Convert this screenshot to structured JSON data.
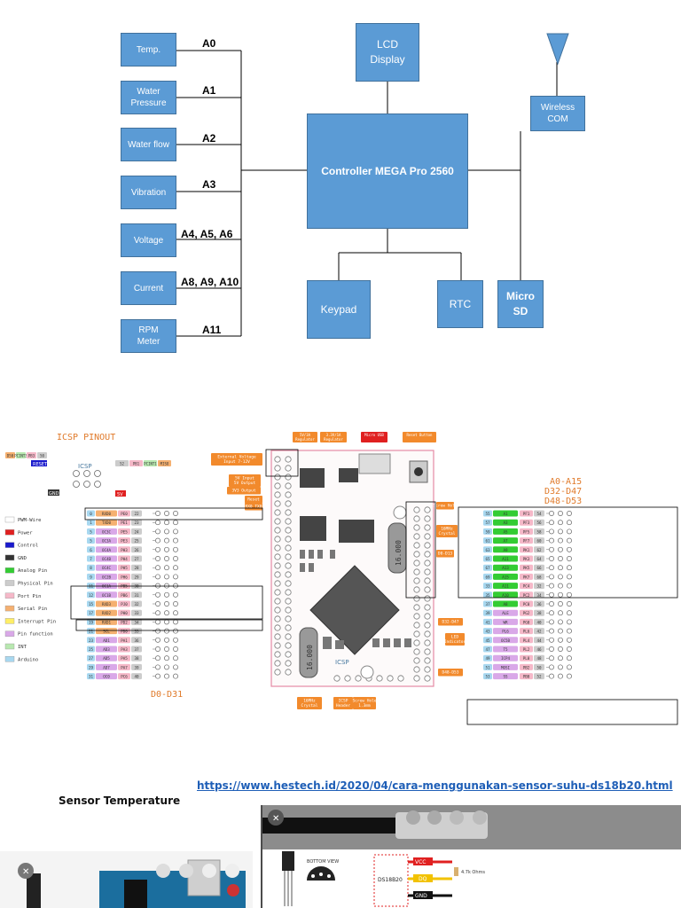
{
  "block_diagram": {
    "sensors": [
      {
        "name": "Temp.",
        "pin": "A0"
      },
      {
        "name": "Water\nPressure",
        "pin": "A1"
      },
      {
        "name": "Water flow",
        "pin": "A2"
      },
      {
        "name": "Vibration",
        "pin": "A3"
      },
      {
        "name": "Voltage",
        "pin": "A4, A5, A6"
      },
      {
        "name": "Current",
        "pin": "A8, A9, A10"
      },
      {
        "name": "RPM\nMeter",
        "pin": "A11"
      }
    ],
    "controller": "Controller MEGA Pro 2560",
    "lcd": "LCD\nDisplay",
    "wireless": "Wireless\nCOM",
    "keypad": "Keypad",
    "rtc": "RTC",
    "microsd": "Micro\nSD"
  },
  "pinout": {
    "icsp_title": "ICSP PINOUT",
    "icsp_label": "ICSP",
    "icsp_left_top": [
      "D50",
      "PCINT3",
      "PB3",
      "50"
    ],
    "icsp_right_top": [
      "52",
      "PB1",
      "PCINT1",
      "MISO"
    ],
    "reset": "RESET",
    "gnd": "GND",
    "five_v": "5V",
    "a_title": [
      "A0-A15",
      "D32-D47",
      "D48-D53"
    ],
    "d_title": "D0-D31",
    "legend": [
      {
        "label": "PWM-Wire",
        "color": "#ffffff"
      },
      {
        "label": "Power",
        "color": "#e02020"
      },
      {
        "label": "Control",
        "color": "#1a1acc"
      },
      {
        "label": "GND",
        "color": "#333333"
      },
      {
        "label": "Analog Pin",
        "color": "#33cc33"
      },
      {
        "label": "Physical Pin",
        "color": "#cccccc"
      },
      {
        "label": "Port Pin",
        "color": "#f5b8c8"
      },
      {
        "label": "Serial Pin",
        "color": "#f5b070"
      },
      {
        "label": "Interrupt Pin",
        "color": "#ffee66"
      },
      {
        "label": "Pin function",
        "color": "#d9a8e8"
      },
      {
        "label": "INT",
        "color": "#b8e8b0"
      },
      {
        "label": "Arduino",
        "color": "#a8d8f0"
      }
    ],
    "callouts_top": [
      "5V/3A\nRegulator",
      "3.3V/1A\nRegulator",
      "Micro USB",
      "Reset Button"
    ],
    "callouts_left": [
      "External Voltage\nInput 7-12V",
      "5V Input\n5V Output",
      "3V3 Output",
      "Reset",
      "RX0 TX0"
    ],
    "callouts_right": [
      "Screw Hole",
      "16MHz\nCrystal",
      "D0-D13",
      "D32-D47",
      "LED\nIndicator",
      "D48-D53"
    ],
    "callouts_bottom": [
      "16MHz\nCrystal",
      "ICSP\nHeader",
      "Screw Hole\n1.3mm"
    ],
    "board_icsp": "ICSP",
    "crystal1": "16.000",
    "crystal2": "16.000",
    "left_rows": [
      [
        "0",
        "RXD0",
        "PE0",
        "22"
      ],
      [
        "1",
        "TXD0",
        "PE1",
        "23"
      ],
      [
        "5",
        "OC3C",
        "PE5",
        "24"
      ],
      [
        "5",
        "OC3A",
        "PE3",
        "25"
      ],
      [
        "6",
        "OC4A",
        "PH3",
        "26"
      ],
      [
        "7",
        "OC4B",
        "PH4",
        "27"
      ],
      [
        "8",
        "OC4C",
        "PH5",
        "28"
      ],
      [
        "9",
        "OC2B",
        "PH6",
        "29"
      ],
      [
        "11",
        "OC1A",
        "PB5",
        "30"
      ],
      [
        "12",
        "OC1B",
        "PB6",
        "31"
      ],
      [
        "15",
        "RXD3",
        "PJ0",
        "32"
      ],
      [
        "17",
        "RXD2",
        "PH0",
        "33"
      ],
      [
        "19",
        "RXD1",
        "PD2",
        "34"
      ],
      [
        "21",
        "SCL",
        "PD0",
        "35"
      ],
      [
        "23",
        "AD1",
        "PA1",
        "36"
      ],
      [
        "25",
        "AD3",
        "PA3",
        "37"
      ],
      [
        "27",
        "AD5",
        "PA5",
        "38"
      ],
      [
        "29",
        "AD7",
        "PA7",
        "39"
      ],
      [
        "31",
        "OC0",
        "PC6",
        "40"
      ]
    ],
    "right_rows": [
      [
        "55",
        "A1",
        "PF1",
        "54"
      ],
      [
        "57",
        "A3",
        "PF3",
        "56"
      ],
      [
        "59",
        "A5",
        "PF5",
        "58"
      ],
      [
        "61",
        "A7",
        "PF7",
        "60"
      ],
      [
        "63",
        "A9",
        "PK1",
        "62"
      ],
      [
        "65",
        "A11",
        "PK3",
        "64"
      ],
      [
        "67",
        "A13",
        "PK5",
        "66"
      ],
      [
        "69",
        "A15",
        "PK7",
        "68"
      ],
      [
        "33",
        "A11",
        "PC4",
        "32"
      ],
      [
        "35",
        "A10",
        "PC2",
        "34"
      ],
      [
        "37",
        "A8",
        "PC0",
        "36"
      ],
      [
        "39",
        "ALE",
        "PG2",
        "38"
      ],
      [
        "41",
        "WR",
        "PG0",
        "40"
      ],
      [
        "43",
        "PL6",
        "PL6",
        "42"
      ],
      [
        "45",
        "OC5B",
        "PL4",
        "44"
      ],
      [
        "47",
        "T5",
        "PL2",
        "46"
      ],
      [
        "49",
        "ICP4",
        "PL0",
        "48"
      ],
      [
        "51",
        "MOSI",
        "PB2",
        "50"
      ],
      [
        "53",
        "SS",
        "PB0",
        "52"
      ]
    ]
  },
  "link": "https://www.hestech.id/2020/04/cara-menggunakan-sensor-suhu-ds18b20.html",
  "sensor_title": "Sensor Temperature",
  "photo_labels": {
    "vcc": "VCC",
    "dq": "DQ",
    "gnd": "GND",
    "resistor": "4.7k Ohms",
    "chip": "DS18B20",
    "package": "BOTTOM VIEW"
  }
}
